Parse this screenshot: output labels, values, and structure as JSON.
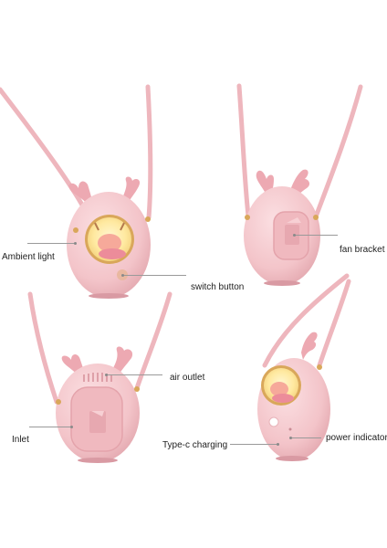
{
  "labels": {
    "ambient_light": "Ambient light",
    "switch_button": "switch button",
    "fan_bracket": "fan bracket",
    "air_outlet": "air outlet",
    "inlet": "Inlet",
    "type_c_charging": "Type-c charging",
    "power_indicator": "power indicator"
  },
  "colors": {
    "background": "#ffffff",
    "body_pink": "#f3c4c9",
    "strap_pink": "#eeb6bd",
    "antler_pink": "#eda9b2",
    "shadow_pink": "#d99aa3",
    "glow_yellow": "#ffe9a0",
    "ring_gold": "#d9a75a"
  }
}
